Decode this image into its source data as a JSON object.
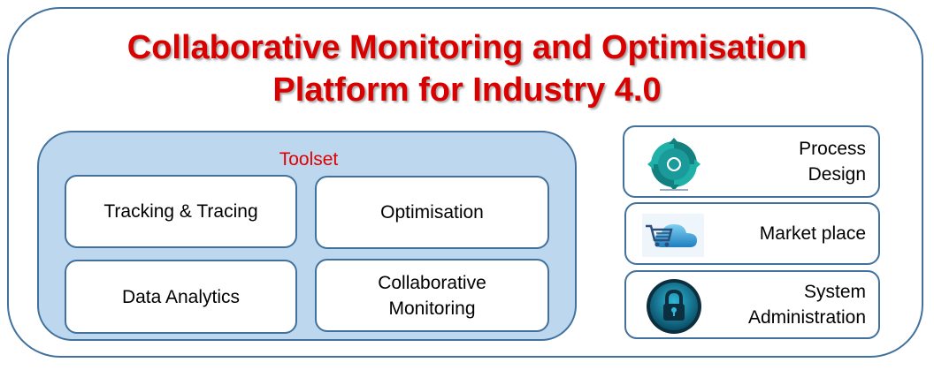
{
  "title": {
    "line1": "Collaborative Monitoring and Optimisation",
    "line2": "Platform for Industry 4.0"
  },
  "toolset": {
    "label": "Toolset",
    "tools": [
      {
        "line1": "Tracking & Tracing",
        "line2": ""
      },
      {
        "line1": "Optimisation",
        "line2": ""
      },
      {
        "line1": "Data Analytics",
        "line2": ""
      },
      {
        "line1": "Collaborative",
        "line2": "Monitoring"
      }
    ]
  },
  "side_modules": [
    {
      "line1": "Process",
      "line2": "Design",
      "icon": "process-cycle-icon"
    },
    {
      "line1": "Market place",
      "line2": "",
      "icon": "cloud-cart-icon"
    },
    {
      "line1": "System",
      "line2": "Administration",
      "icon": "padlock-icon"
    }
  ],
  "colors": {
    "title": "#d90000",
    "border": "#41719c",
    "toolset_fill": "#bdd7ee",
    "toolset_label": "#e00000"
  }
}
